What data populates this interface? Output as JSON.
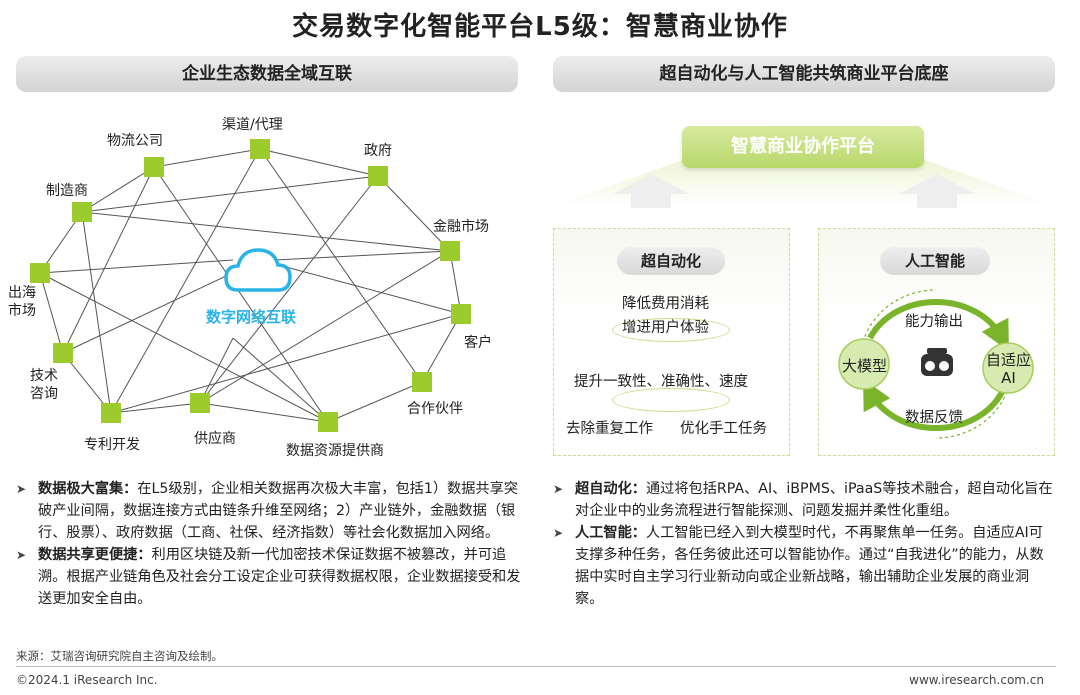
{
  "title": "交易数字化智能平台L5级：智慧商业协作",
  "left_header": "企业生态数据全域互联",
  "right_header": "超自动化与人工智能共筑商业平台底座",
  "network": {
    "center_label": "数字网络互联",
    "nodes": {
      "wuliu": "物流公司",
      "qudao": "渠道/代理",
      "zhengfu": "政府",
      "zhizao": "制造商",
      "jinrong": "金融市场",
      "chuhai": "出海\n市场",
      "kehu": "客户",
      "jishu": "技术\n咨询",
      "hezuo": "合作伙伴",
      "zhuanli": "专利开发",
      "gongying": "供应商",
      "shuju": "数据资源提供商"
    },
    "colors": {
      "node": "#9bcb2c",
      "line": "#555555",
      "cloud": "#2ab3e6"
    }
  },
  "platform": {
    "label": "智慧商业协作平台"
  },
  "panel_auto": {
    "title": "超自动化",
    "line1": "降低费用消耗",
    "line2": "增进用户体验",
    "line3": "提升一致性、准确性、速度",
    "line4a": "去除重复工作",
    "line4b": "优化手工任务"
  },
  "panel_ai": {
    "title": "人工智能",
    "top": "能力输出",
    "bottom": "数据反馈",
    "left_node": "大模型",
    "right_node": "自适应\nAI",
    "icon": "vr-goggles-icon"
  },
  "bullets_left": [
    {
      "head": "数据极大富集：",
      "body": "在L5级别，企业相关数据再次极大丰富，包括1）数据共享突破产业间隔，数据连接方式由链条升维至网络；2）产业链外，金融数据（银行、股票）、政府数据（工商、社保、经济指数）等社会化数据加入网络。"
    },
    {
      "head": "数据共享更便捷：",
      "body": "利用区块链及新一代加密技术保证数据不被篡改，并可追溯。根据产业链角色及社会分工设定企业可获得数据权限，企业数据接受和发送更加安全自由。"
    }
  ],
  "bullets_right": [
    {
      "head": "超自动化：",
      "body": "通过将包括RPA、AI、iBPMS、iPaaS等技术融合，超自动化旨在对企业中的业务流程进行智能探测、问题发掘并柔性化重组。"
    },
    {
      "head": "人工智能：",
      "body": "人工智能已经入到大模型时代，不再聚焦单一任务。自适应AI可支撑多种任务，各任务彼此还可以智能协作。通过“自我进化”的能力，从数据中实时自主学习行业新动向或企业新战略，输出辅助企业发展的商业洞察。"
    }
  ],
  "source": "来源：艾瑞咨询研究院自主咨询及绘制。",
  "footer_left": "©2024.1 iResearch Inc.",
  "footer_right": "www.iresearch.com.cn"
}
